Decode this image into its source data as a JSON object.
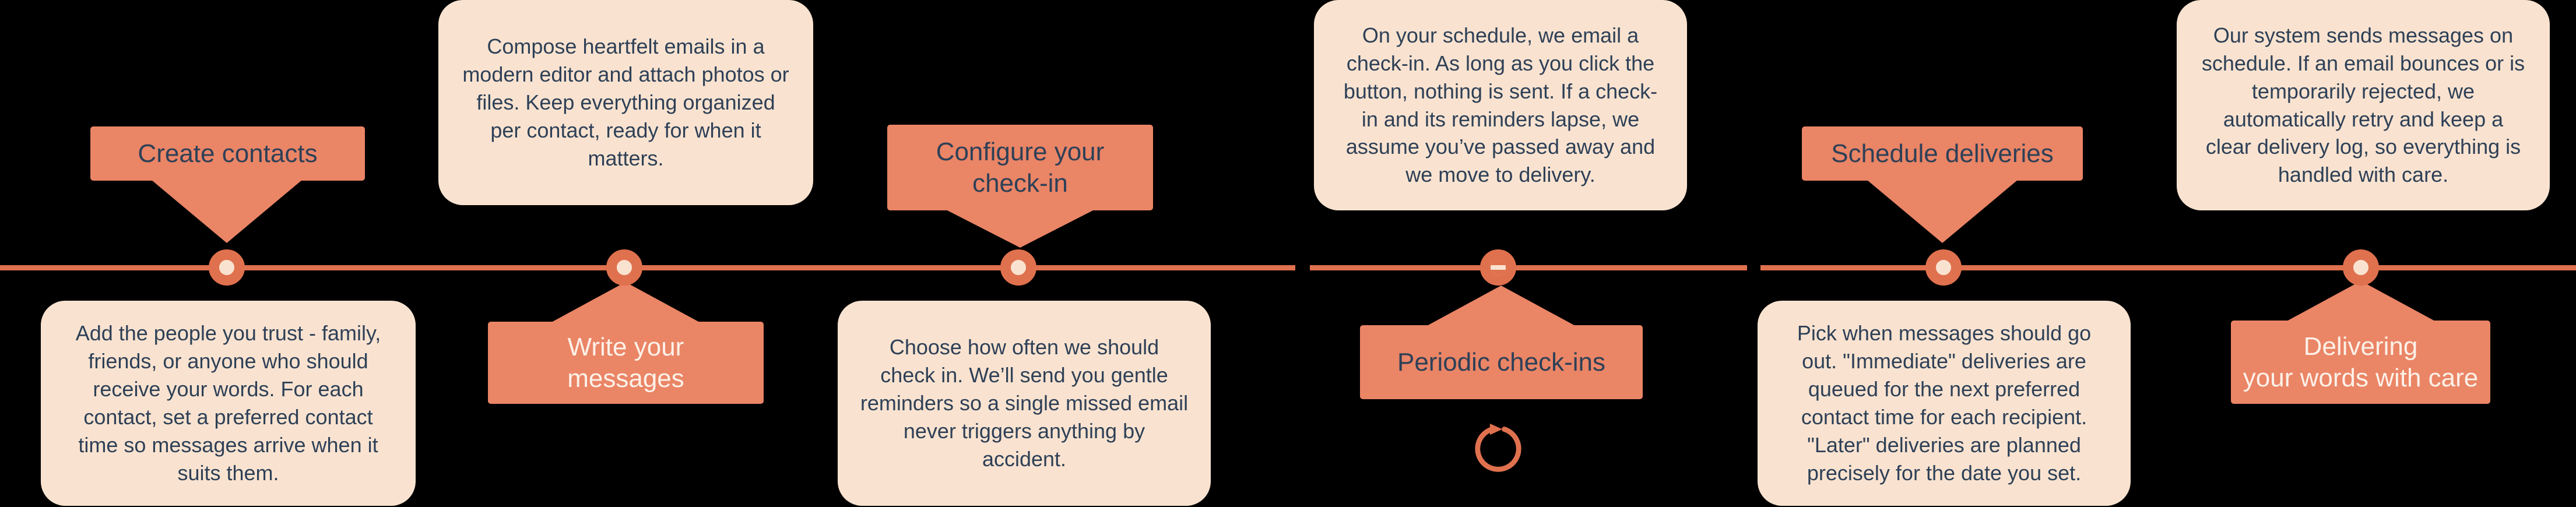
{
  "colors": {
    "background": "#000000",
    "accent": "#EA8566",
    "line": "#E0714E",
    "card_bg": "#F9E3D0",
    "text_dark": "#2E4057",
    "text_light": "#FCF1E8"
  },
  "steps": [
    {
      "label": "Create contacts",
      "description": "Add the people you trust - family, friends, or anyone who should receive your words. For each contact, set a preferred contact time so messages arrive when it suits them."
    },
    {
      "label": "Write your\nmessages",
      "description": "Compose heartfelt emails in a modern editor and attach photos or files. Keep everything organized per contact, ready for when it matters."
    },
    {
      "label": "Configure your\ncheck-in",
      "description": "Choose how often we should check in. We’ll send you gentle reminders so a single missed email never triggers anything by accident."
    },
    {
      "label": "Periodic check-ins",
      "description": "On your schedule, we email a check-in. As long as you click the button, nothing is sent. If a check-in and its reminders lapse, we assume you’ve passed away and we move to delivery.",
      "icon": "refresh-icon",
      "node_icon": "pause-icon"
    },
    {
      "label": "Schedule deliveries",
      "description": "Pick when messages should go out. \"Immediate\" deliveries are queued for the next preferred contact time for each recipient. \"Later\" deliveries are planned precisely for the date you set."
    },
    {
      "label": "Delivering\nyour words with care",
      "description": "Our system sends messages on schedule. If an email bounces or is temporarily rejected, we automatically retry and keep a clear delivery log, so everything is handled with care."
    }
  ]
}
